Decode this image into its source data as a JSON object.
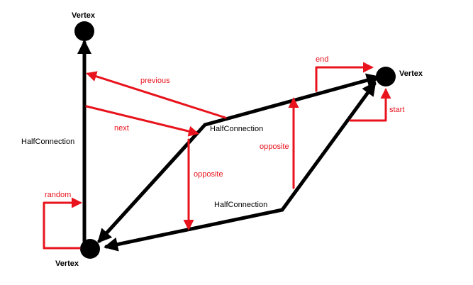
{
  "colors": {
    "structure": "#000000",
    "pointer": "#e8131c",
    "background": "#ffffff"
  },
  "vertices": [
    {
      "id": "top",
      "label": "Vertex"
    },
    {
      "id": "right",
      "label": "Vertex"
    },
    {
      "id": "bottom",
      "label": "Vertex"
    }
  ],
  "half_connections": [
    {
      "id": "left-edge",
      "label": "HalfConnection"
    },
    {
      "id": "upper",
      "label": "HalfConnection"
    },
    {
      "id": "lower",
      "label": "HalfConnection"
    }
  ],
  "pointers": {
    "previous": "previous",
    "next": "next",
    "opposite_left": "opposite",
    "opposite_right": "opposite",
    "random": "random",
    "end": "end",
    "start": "start"
  }
}
